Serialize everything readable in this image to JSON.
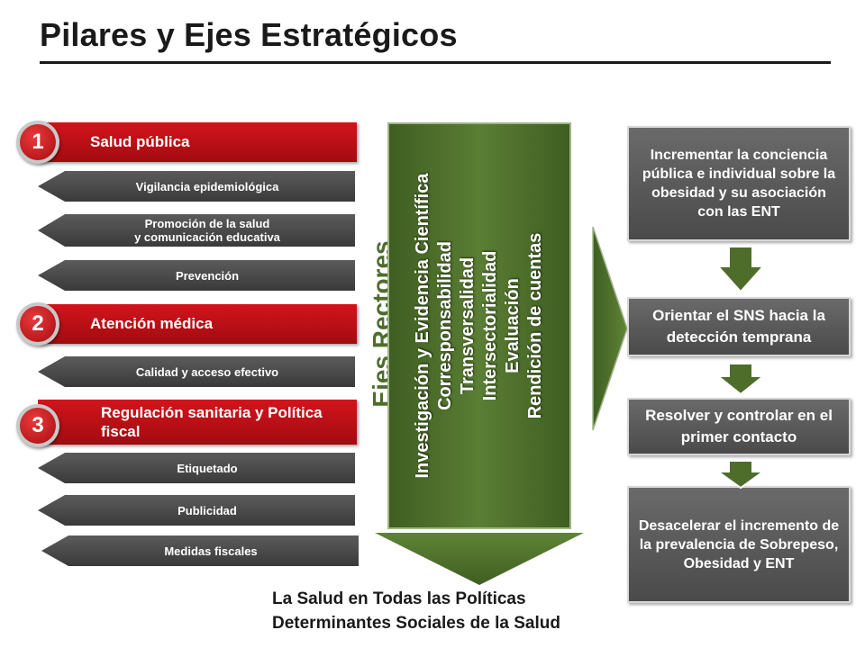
{
  "title": "Pilares y Ejes Estratégicos",
  "pillars": [
    {
      "number": "1",
      "label": "Salud pública"
    },
    {
      "number": "2",
      "label": "Atención médica"
    },
    {
      "number": "3",
      "label_line1": "Regulación sanitaria y Política",
      "label_line2": "fiscal"
    }
  ],
  "sub_items": {
    "vigilancia": "Vigilancia epidemiológica",
    "promocion_line1": "Promoción de la salud",
    "promocion_line2": "y comunicación educativa",
    "prevencion": "Prevención",
    "calidad": "Calidad y acceso efectivo",
    "etiquetado": "Etiquetado",
    "publicidad": "Publicidad",
    "medidas": "Medidas fiscales"
  },
  "ejes": {
    "label": "Ejes Rectores",
    "items": [
      "Investigación y Evidencia Científica",
      "Corresponsabilidad",
      "Transversalidad",
      "Intersectorialidad",
      "Evaluación",
      "Rendición de cuentas"
    ]
  },
  "goals": [
    "Incrementar la conciencia pública e individual sobre la obesidad y su asociación con las ENT",
    "Orientar el SNS hacia la detección temprana",
    "Resolver y controlar en el primer contacto",
    "Desacelerar el incremento de la prevalencia de Sobrepeso, Obesidad y ENT"
  ],
  "footer": {
    "line1": "La Salud en Todas las Políticas",
    "line2": "Determinantes Sociales de la Salud"
  },
  "colors": {
    "pillar_red": "#c0121a",
    "sub_gray": "#4a4a4a",
    "green": "#4e6d2b",
    "goal_gray": "#5a5a5a"
  }
}
